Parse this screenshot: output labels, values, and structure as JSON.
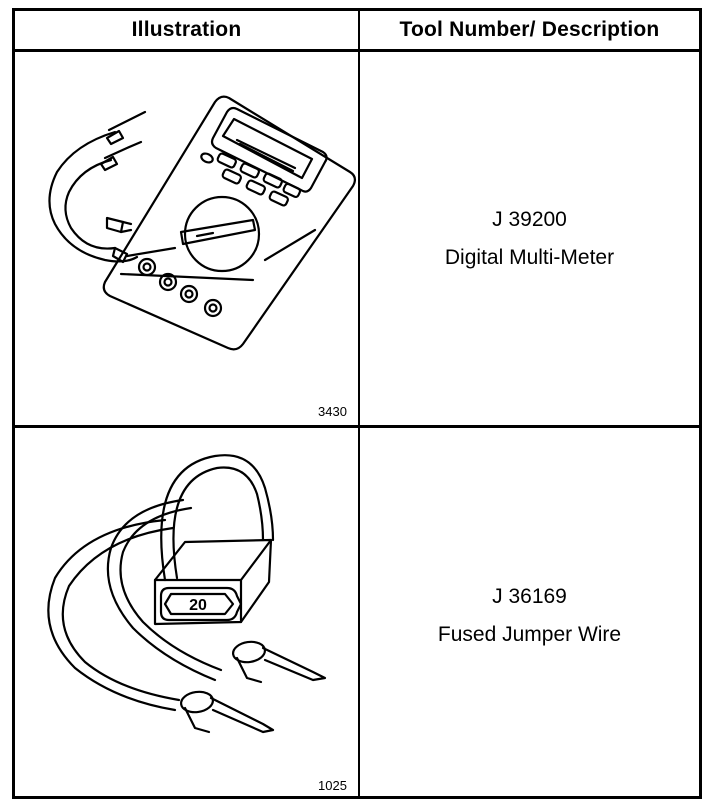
{
  "header": {
    "col_illustration": "Illustration",
    "col_tool": "Tool Number/ Description"
  },
  "rows": [
    {
      "tool_number": "J 39200",
      "description": "Digital Multi-Meter",
      "figure_id": "3430",
      "illustration": "digital-multimeter-icon"
    },
    {
      "tool_number": "J 36169",
      "description": "Fused Jumper Wire",
      "figure_id": "1025",
      "illustration": "fused-jumper-wire-icon",
      "fuse_label": "20"
    }
  ]
}
